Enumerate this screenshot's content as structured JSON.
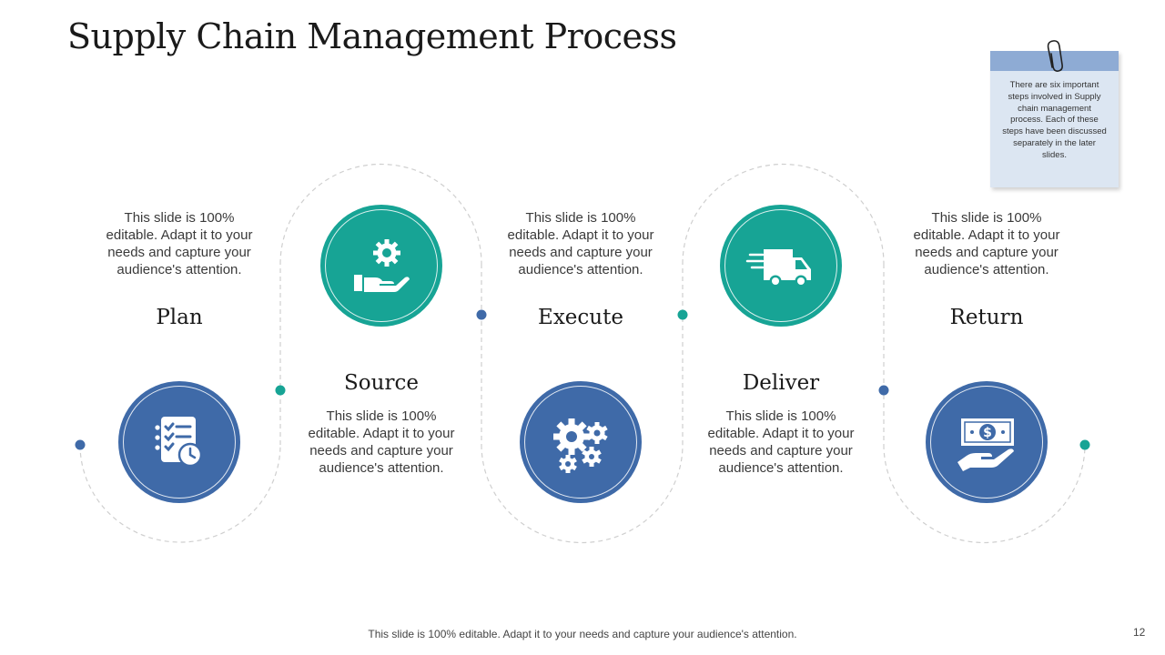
{
  "slide": {
    "title": "Supply Chain Management Process",
    "footer": "This slide is 100% editable. Adapt it to your needs and capture your audience's attention.",
    "page_number": "12"
  },
  "note": {
    "text": "There are six important steps involved in Supply chain management process. Each of these steps have been discussed separately in the later slides."
  },
  "colors": {
    "blue": "#3f6aa8",
    "teal": "#17a495",
    "note_band": "#8eabd4",
    "note_body": "#dce6f2"
  },
  "steps": [
    {
      "title": "Plan",
      "description": "This slide is 100% editable. Adapt it to your needs and capture your audience's attention.",
      "icon": "checklist-clock-icon"
    },
    {
      "title": "Source",
      "description": "This slide is 100% editable. Adapt it to your needs and capture your audience's attention.",
      "icon": "hand-gear-icon"
    },
    {
      "title": "Execute",
      "description": "This slide is 100% editable. Adapt it to your needs and capture your audience's attention.",
      "icon": "gears-icon"
    },
    {
      "title": "Deliver",
      "description": "This slide is 100% editable. Adapt it to your needs and capture your audience's attention.",
      "icon": "delivery-truck-icon"
    },
    {
      "title": "Return",
      "description": "This slide is 100% editable. Adapt it to your needs and capture your audience's attention.",
      "icon": "hand-money-icon"
    }
  ]
}
